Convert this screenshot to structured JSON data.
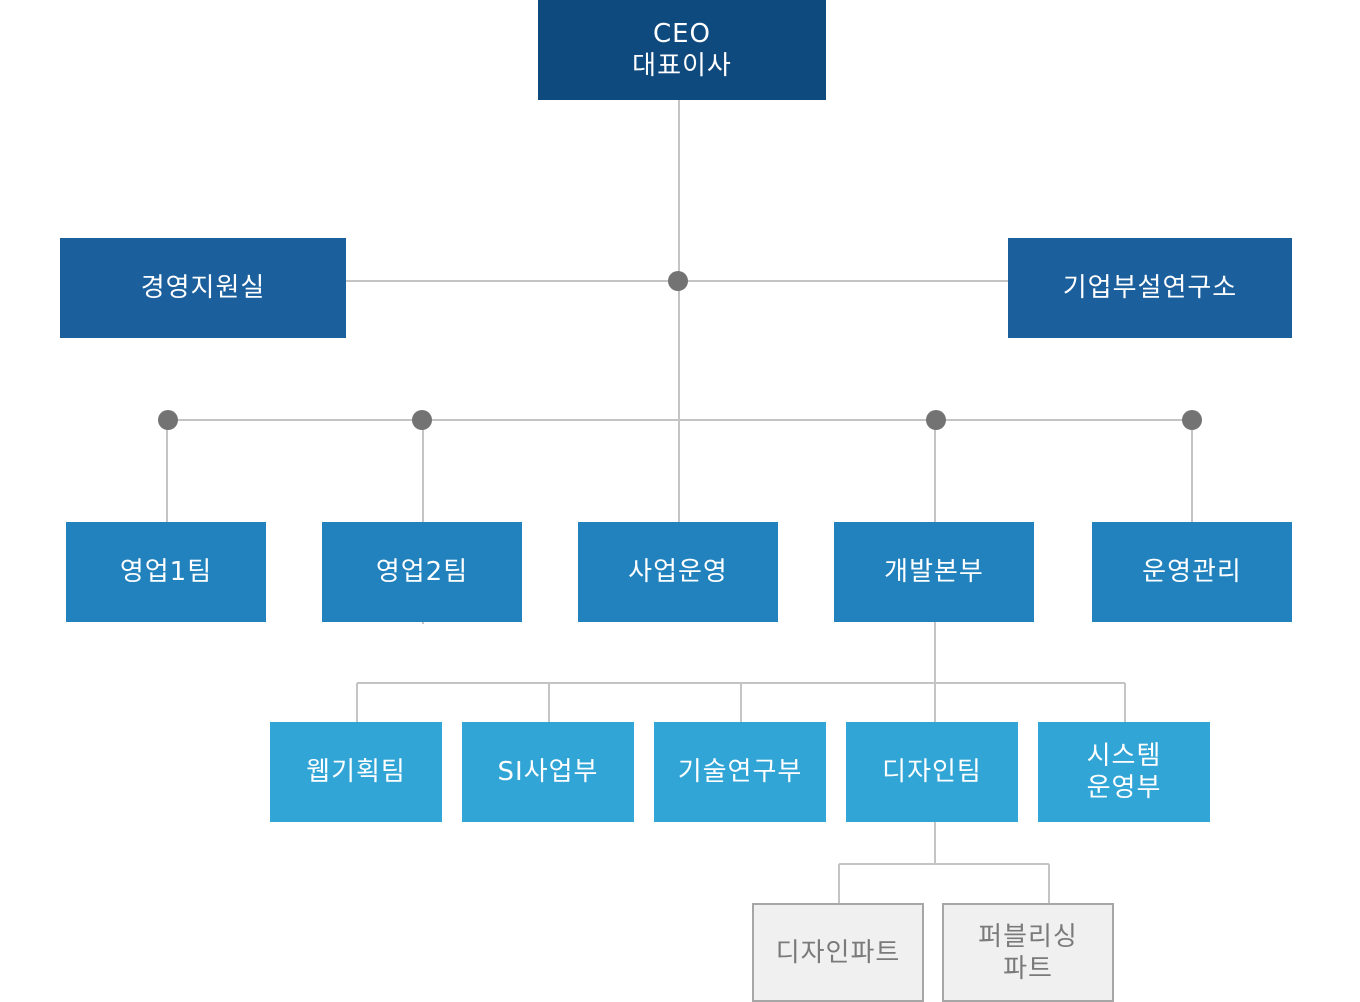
{
  "colors": {
    "level0": "#0f4a7f",
    "level1": "#1b5f9d",
    "level2": "#2282be",
    "level3": "#31a5d6",
    "level4_fill": "#f0f0f0",
    "level4_border": "#a6a6a6",
    "level4_text": "#7a7a7a",
    "connector": "#c4c4c4",
    "junction": "#737373"
  },
  "nodes": {
    "ceo": "CEO\n대표이사",
    "mgmt_support": "경영지원실",
    "research_lab": "기업부설연구소",
    "sales1": "영업1팀",
    "sales2": "영업2팀",
    "biz_ops": "사업운영",
    "dev_hq": "개발본부",
    "ops_mgmt": "운영관리",
    "web_planning": "웹기획팀",
    "si_business": "SI사업부",
    "tech_research": "기술연구부",
    "design_team": "디자인팀",
    "system_ops": "시스템\n운영부",
    "design_part": "디자인파트",
    "publishing_part": "퍼블리싱\n파트"
  }
}
